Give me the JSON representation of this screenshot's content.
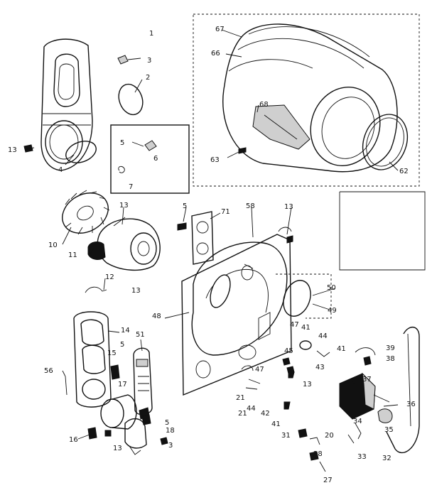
{
  "diagram": {
    "callouts": {
      "c1": "1",
      "c2": "2",
      "c3a": "3",
      "c3b": "3",
      "c4": "4",
      "c5a": "5",
      "c5b": "5",
      "c5c": "5",
      "c5d": "5",
      "c6": "6",
      "c7": "7",
      "c10": "10",
      "c11": "11",
      "c12": "12",
      "c13a": "13",
      "c13b": "13",
      "c13c": "13",
      "c13d": "13",
      "c13e": "13",
      "c13f": "13",
      "c14": "14",
      "c15": "15",
      "c16": "16",
      "c17": "17",
      "c18": "18",
      "c20": "20",
      "c21a": "21",
      "c21b": "21",
      "c27": "27",
      "c28": "28",
      "c31": "31",
      "c32": "32",
      "c33": "33",
      "c34": "34",
      "c35": "35",
      "c36": "36",
      "c37": "37",
      "c38": "38",
      "c39": "39",
      "c41a": "41",
      "c41b": "41",
      "c41c": "41",
      "c42": "42",
      "c43": "43",
      "c44a": "44",
      "c44b": "44",
      "c45": "45",
      "c47a": "47",
      "c47b": "47",
      "c48": "48",
      "c49": "49",
      "c50": "50",
      "c51": "51",
      "c56": "56",
      "c58": "58",
      "c62": "62",
      "c63": "63",
      "c66": "66",
      "c67": "67",
      "c68": "68",
      "c71": "71"
    }
  }
}
